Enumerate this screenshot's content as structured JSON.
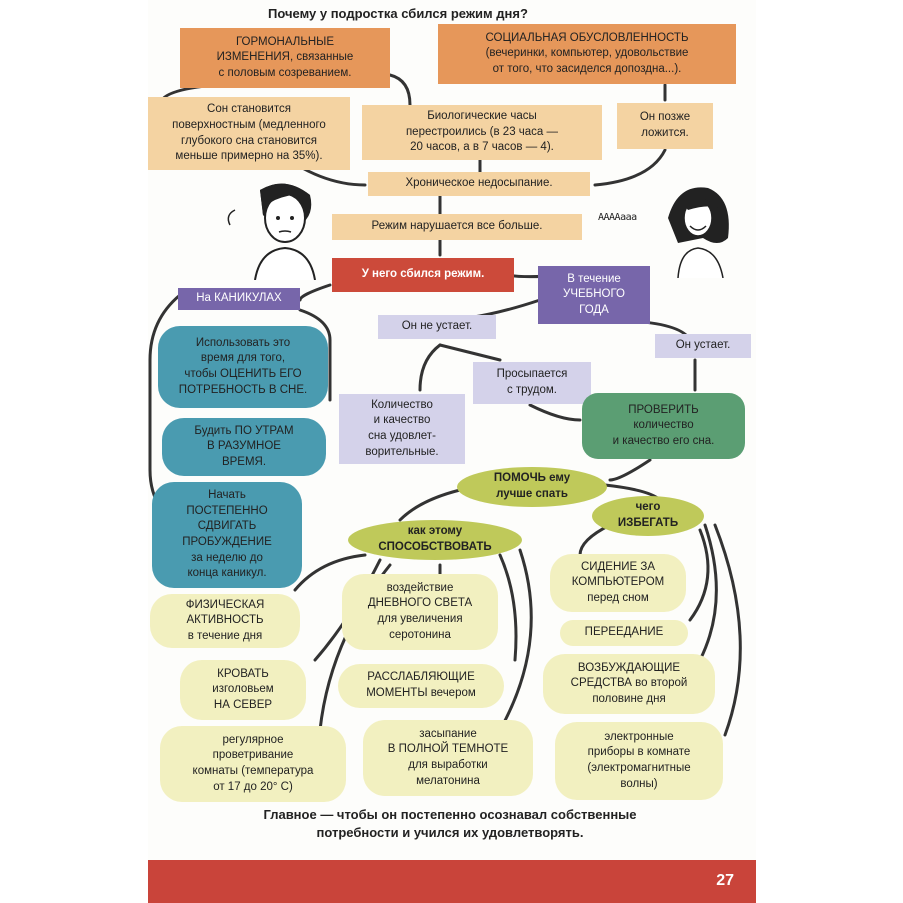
{
  "title": "Почему у подростка сбился режим дня?",
  "causes": {
    "hormonal": "ГОРМОНАЛЬНЫЕ\nИЗМЕНЕНИЯ, связанные\nс половым созреванием.",
    "social": "СОЦИАЛЬНАЯ ОБУСЛОВЛЕННОСТЬ\n(вечеринки, компьютер, удовольствие\nот того, что засиделся допоздна...)."
  },
  "effects": {
    "sleep_shallow": "Сон становится\nповерхностным (медленного\nглубокого сна становится\nменьше примерно на 35%).",
    "bio_clock": "Биологические часы\nперестроились (в 23 часа —\n20 часов, а в 7 часов — 4).",
    "later_bed": "Он позже\nложится.",
    "chronic": "Хроническое недосыпание.",
    "worse": "Режим нарушается все больше.",
    "broken": "У него сбился режим."
  },
  "shout": "ААААааа",
  "holidays": {
    "header": "На КАНИКУЛАХ",
    "items": [
      "Использовать это\nвремя для того,\nчтобы ОЦЕНИТЬ ЕГО\nПОТРЕБНОСТЬ В СНЕ.",
      "Будить ПО УТРАМ\nВ РАЗУМНОЕ\nВРЕМЯ.",
      "Начать\nПОСТЕПЕННО\nСДВИГАТЬ\nПРОБУЖДЕНИЕ\nза неделю до\nконца каникул."
    ]
  },
  "school_year": {
    "header": "В течение\nУЧЕБНОГО\nГОДА",
    "not_tired": "Он не устает.",
    "tired": "Он устает.",
    "wakes_hard": "Просыпается\nс трудом.",
    "quality_ok": "Количество\nи качество\nсна удовлет-\nворительные.",
    "check": "ПРОВЕРИТЬ\nколичество\nи качество его сна."
  },
  "help": {
    "center": "ПОМОЧЬ ему\nлучше спать",
    "promote": "как этому\nСПОСОБСТВОВАТЬ",
    "avoid": "чего\nИЗБЕГАТЬ"
  },
  "promote_items": [
    "ФИЗИЧЕСКАЯ\nАКТИВНОСТЬ\nв течение дня",
    "воздействие\nДНЕВНОГО СВЕТА\nдля увеличения\nсеротонина",
    "КРОВАТЬ\nизголовьем\nНА СЕВЕР",
    "РАССЛАБЛЯЮЩИЕ\nМОМЕНТЫ вечером",
    "регулярное\nпроветривание\nкомнаты (температура\nот 17 до 20° С)",
    "засыпание\nВ ПОЛНОЙ ТЕМНОТЕ\nдля выработки\nмелатонина"
  ],
  "avoid_items": [
    "СИДЕНИЕ ЗА\nКОМПЬЮТЕРОМ\nперед сном",
    "ПЕРЕЕДАНИЕ",
    "ВОЗБУЖДАЮЩИЕ\nСРЕДСТВА во второй\nполовине дня",
    "электронные\nприборы в комнате\n(электромагнитные\nволны)"
  ],
  "conclusion": "Главное — чтобы он постепенно осознавал собственные\nпотребности и учился их удовлетворять.",
  "page_number": "27",
  "colors": {
    "orange": "#e6975a",
    "peach": "#f4d3a2",
    "red": "#cc4a3a",
    "purple": "#7766aa",
    "lavender": "#d4d2ea",
    "teal": "#4a9bb0",
    "green": "#5b9e73",
    "lime": "#bfc95a",
    "cream": "#f2f0c0"
  }
}
